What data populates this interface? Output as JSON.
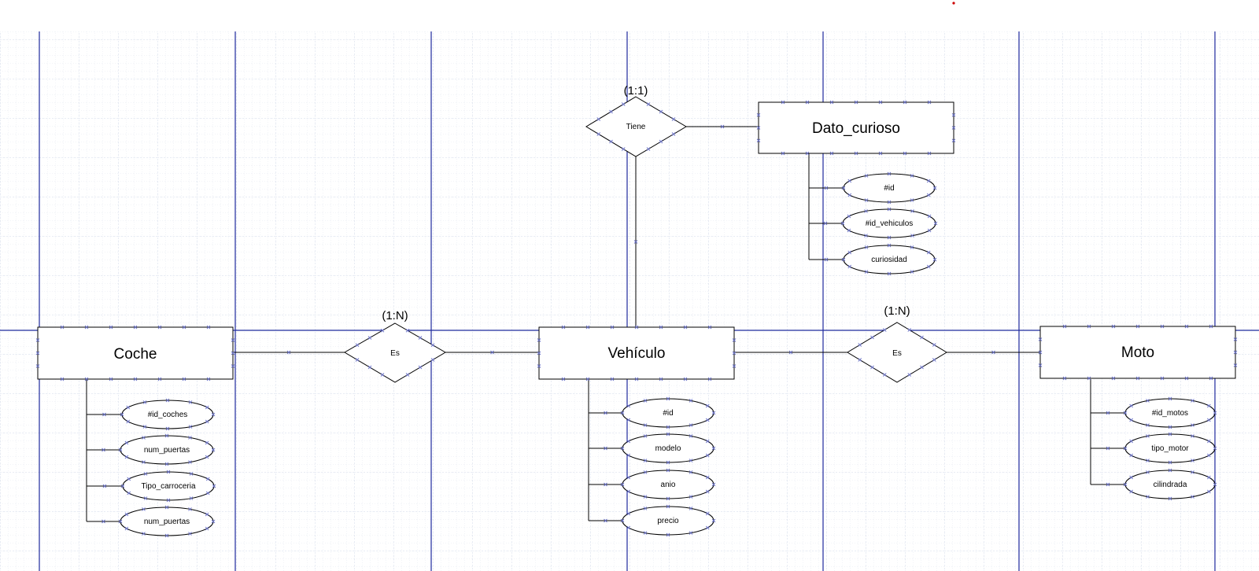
{
  "colors": {
    "page_line": "#1f2a9e",
    "grid": "#dbe2ee",
    "shape_stroke": "#000000",
    "handle": "#6b73c9",
    "marker": "#cc0000"
  },
  "entities": {
    "coche": "Coche",
    "vehiculo": "Vehículo",
    "moto": "Moto",
    "dato_curioso": "Dato_curioso"
  },
  "relationships": {
    "es_left": "Es",
    "es_right": "Es",
    "tiene": "Tiene"
  },
  "cardinalities": {
    "es_left": "(1:N)",
    "es_right": "(1:N)",
    "tiene": "(1:1)"
  },
  "attributes": {
    "coche": [
      "#id_coches",
      "num_puertas",
      "Tipo_carroceria",
      "num_puertas"
    ],
    "vehiculo": [
      "#id",
      "modelo",
      "anio",
      "precio"
    ],
    "moto": [
      "#id_motos",
      "tipo_motor",
      "cilindrada"
    ],
    "dato_curioso": [
      "#id",
      "#id_vehiculos",
      "curiosidad"
    ]
  }
}
